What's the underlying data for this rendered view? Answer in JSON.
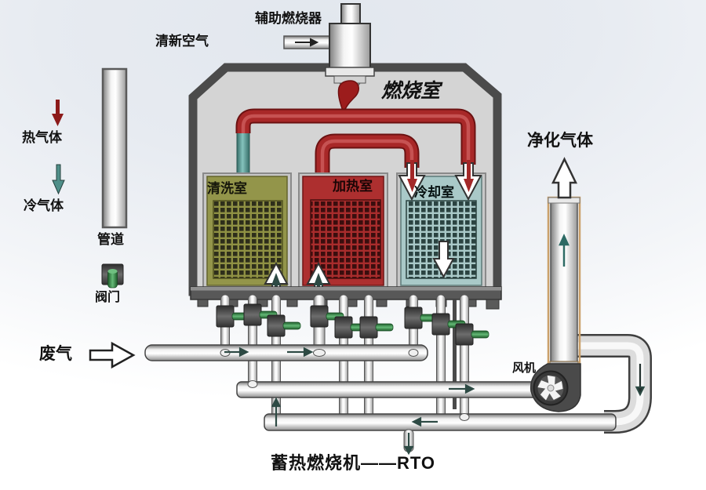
{
  "title": "蓄热燃烧机——RTO",
  "labels": {
    "aux_burner": "辅助燃烧器",
    "fresh_air": "清新空气",
    "combustion_chamber": "燃烧室",
    "purified_gas": "净化气体",
    "waste_gas": "废气",
    "fan": "风机"
  },
  "chambers": {
    "wash": "清洗室",
    "heat": "加热室",
    "cool": "冷却室"
  },
  "legend": {
    "hot_gas": "热气体",
    "cold_gas": "冷气体",
    "pipe": "管道",
    "valve": "阀门"
  },
  "colors": {
    "hot_pipe_red": "#a32828",
    "cold_teal": "#4f8f89",
    "wash_chamber_olive": "#93954a",
    "heat_chamber_red": "#ad2f2f",
    "cool_chamber_teal": "#a9c9c8",
    "valve_green": "#4ea85e",
    "metal_dark": "#4a4a4a",
    "metal_light": "#d4d4d4"
  }
}
